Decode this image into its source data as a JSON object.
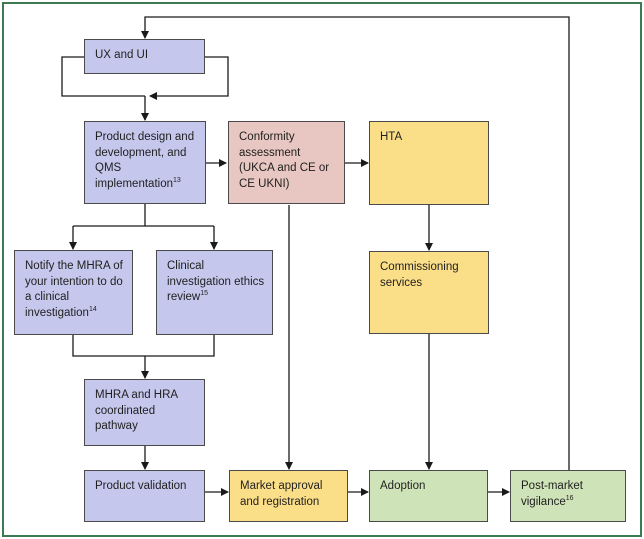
{
  "nodes": {
    "ux_ui": {
      "text": "UX and UI"
    },
    "product_design": {
      "text": "Product design and development, and QMS implementation",
      "ref": "13"
    },
    "conformity": {
      "text": "Conformity assessment (UKCA and CE or CE UKNI)"
    },
    "hta": {
      "text": "HTA"
    },
    "notify_mhra": {
      "text": "Notify the MHRA of your intention to do a clinical investigation",
      "ref": "14"
    },
    "clinical_ethics": {
      "text": "Clinical investigation ethics review",
      "ref": "15"
    },
    "commissioning": {
      "text": "Commissioning services"
    },
    "mhra_hra": {
      "text": "MHRA and HRA coordinated pathway"
    },
    "product_validation": {
      "text": "Product validation"
    },
    "market_approval": {
      "text": "Market approval and registration"
    },
    "adoption": {
      "text": "Adoption"
    },
    "post_market": {
      "text": "Post-market vigilance",
      "ref": "16"
    }
  },
  "colors": {
    "blue": "#c5c8ec",
    "pink": "#e8c6c1",
    "yellow": "#fbde88",
    "green": "#cfe3b8",
    "frame": "#3d7a52",
    "line": "#1a1a1a"
  }
}
